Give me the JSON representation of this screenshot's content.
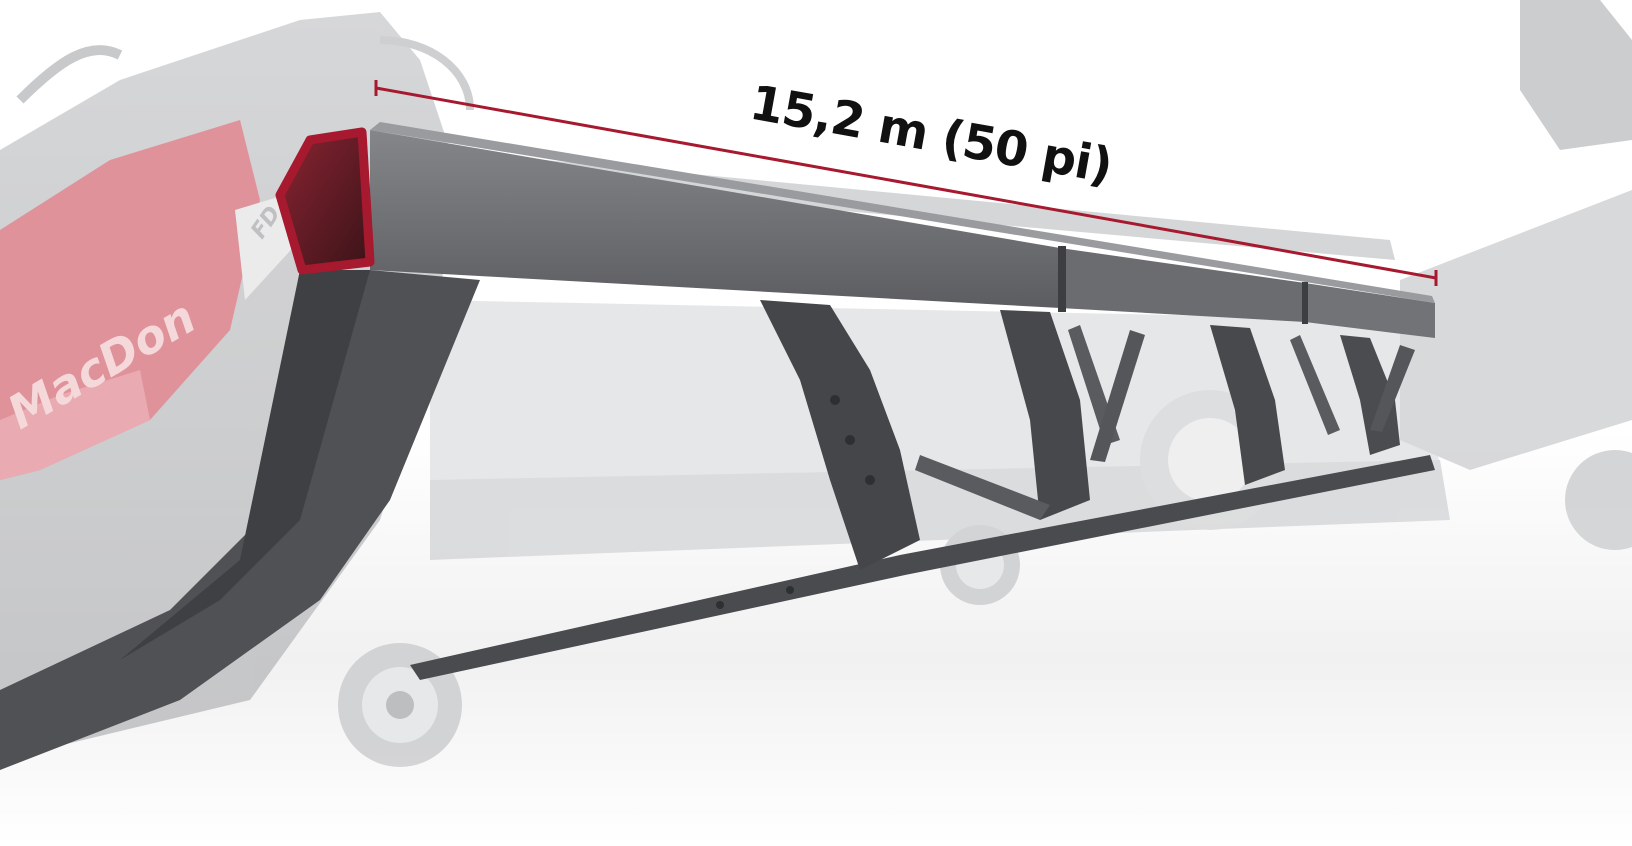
{
  "dimension": {
    "label": "15,2 m (50 pi)"
  },
  "branding": {
    "logo_text": "MacDon",
    "panel_text": "FD"
  },
  "colors": {
    "accent": "#a6192e",
    "frame_dark": "#4a4b4f",
    "frame_mid": "#6e6f73",
    "ghost_machine": "#c8c9cb",
    "ghost_red": "#d87a83",
    "background": "#ffffff"
  }
}
